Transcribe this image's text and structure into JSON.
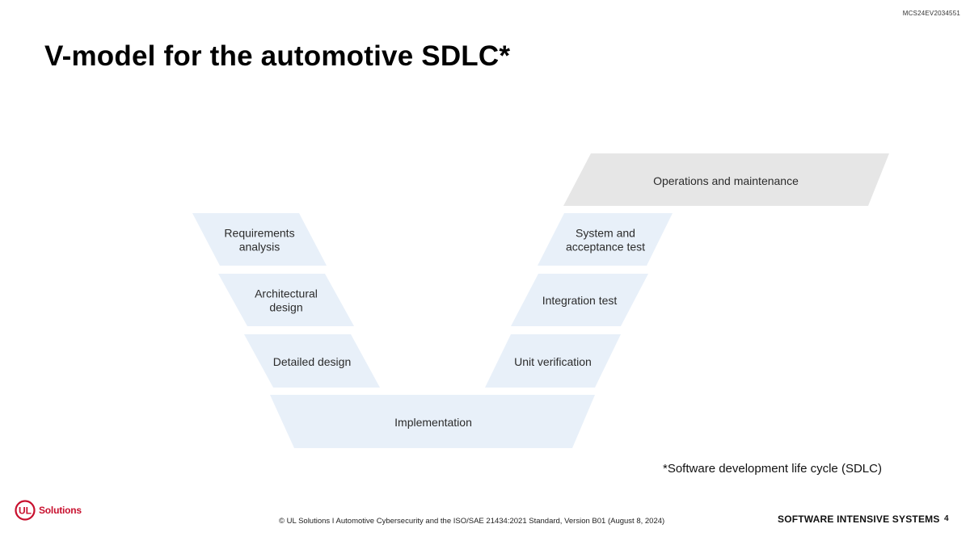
{
  "header": {
    "doc_code": "MCS24EV2034551",
    "title": "V-model for the automotive SDLC*"
  },
  "diagram": {
    "colors": {
      "phase_fill": "#e8f0f9",
      "ops_fill": "#e6e6e6",
      "text": "#2b2b2b"
    },
    "phases": [
      {
        "id": "requirements",
        "lines": [
          "Requirements",
          "analysis"
        ]
      },
      {
        "id": "architectural",
        "lines": [
          "Architectural",
          "design"
        ]
      },
      {
        "id": "detailed",
        "lines": [
          "Detailed design"
        ]
      },
      {
        "id": "implementation",
        "lines": [
          "Implementation"
        ]
      },
      {
        "id": "unit",
        "lines": [
          "Unit verification"
        ]
      },
      {
        "id": "integration",
        "lines": [
          "Integration test"
        ]
      },
      {
        "id": "system",
        "lines": [
          "System and",
          "acceptance test"
        ]
      },
      {
        "id": "operations",
        "lines": [
          "Operations and maintenance"
        ]
      }
    ]
  },
  "footnote": "*Software development life cycle (SDLC)",
  "footer": {
    "logo_mark": "UL",
    "logo_label": "Solutions",
    "copyright": "© UL Solutions I Automotive Cybersecurity and the ISO/SAE 21434:2021 Standard, Version B01 (August 8, 2024)",
    "brand_tag": "SOFTWARE INTENSIVE SYSTEMS",
    "page_number": "4"
  },
  "brand_color": "#c8102e"
}
